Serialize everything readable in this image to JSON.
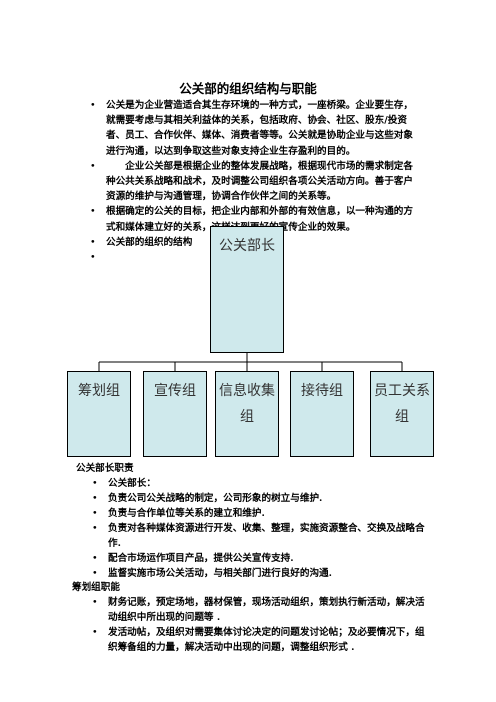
{
  "title": "公关部的组织结构与职能",
  "intro": [
    "公关是为企业营造适合其生存环境的一种方式，一座桥梁。企业要生存，就需要考虑与其相关利益体的关系，包括政府、协会、社区、股东/投资者、员工、合作伙伴、媒体、消费者等等。公关就是协助企业与这些对象进行沟通，以达到争取这些对象支持企业生存盈利的目的。",
    "　　企业公关部是根据企业的整体发展战略，根据现代市场的需求制定各种公共关系战略和战术，及时调整公司组织各项公关活动方向。善于客户资源的维护与沟通管理，协调合作伙伴之间的关系等。",
    "根据确定的公关的目标，把企业内部和外部的有效信息，以一种沟通的方式和媒体建立好的关系，这样达到更好的宣传企业的效果。",
    "公关部的组织的结构",
    ""
  ],
  "org": {
    "top": "公关部长",
    "subs": [
      "筹划组",
      "宣传组",
      "信息收集组",
      "接待组",
      "员工关系组"
    ]
  },
  "head_section": {
    "title": "公关部长职责",
    "items": [
      "公关部长：",
      "负责公司公关战略的制定，公司形象的树立与维护.",
      "负责与合作单位等关系的建立和维护.",
      "负责对各种媒体资源进行开发、收集、整理，实施资源整合、交换及战略合作.",
      "配合市场运作项目产品，提供公关宣传支持.",
      "监督实施市场公关活动，与相关部门进行良好的沟通."
    ]
  },
  "planning_section": {
    "title": "筹划组职能",
    "items": [
      "财务记账，预定场地，器材保管，现场活动组织，策划执行新活动，解决活动组织中所出现的问题等 .",
      "发活动帖，及组织对需要集体讨论决定的问题发讨论帖；及必要情况下，组织筹备组的力量，解决活动中出现的问题，调整组织形式 ."
    ]
  }
}
